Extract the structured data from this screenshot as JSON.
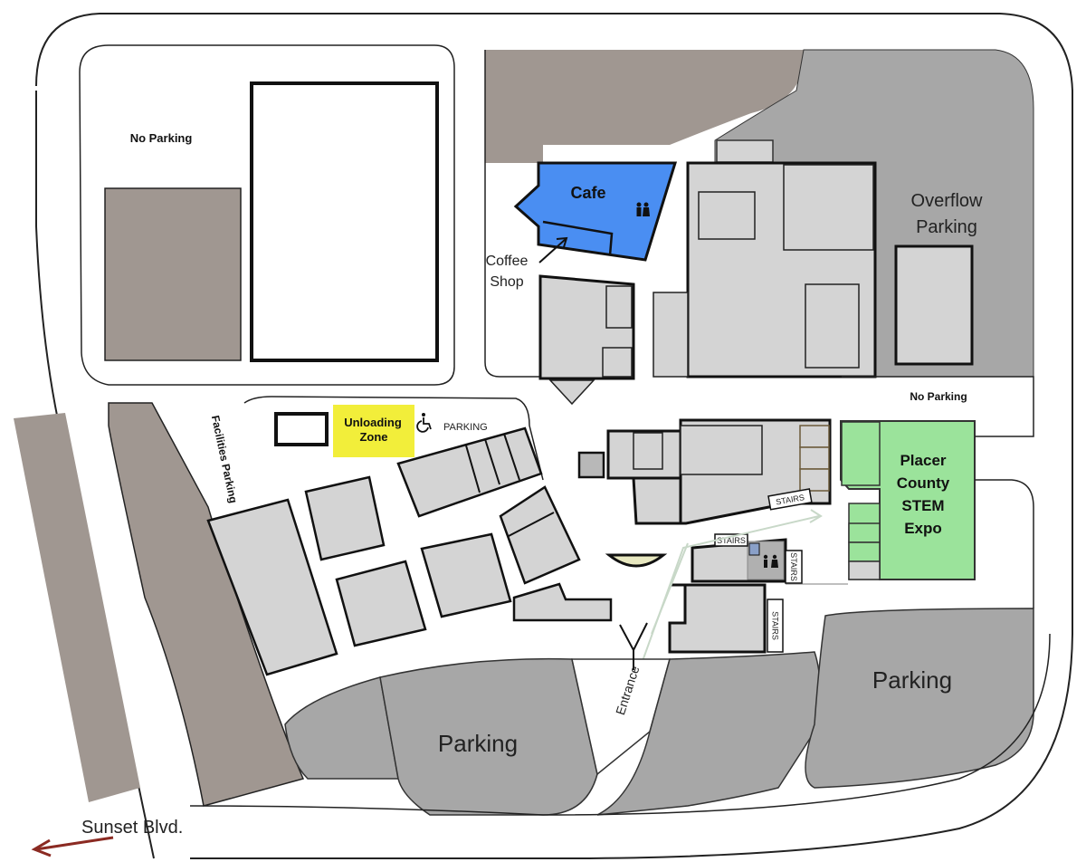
{
  "labels": {
    "no_parking_top": "No Parking",
    "cafe": "Cafe",
    "coffee_shop_line1": "Coffee",
    "coffee_shop_line2": "Shop",
    "overflow_line1": "Overflow",
    "overflow_line2": "Parking",
    "no_parking_right": "No Parking",
    "facilities_parking": "Facilities Parking",
    "unloading_line1": "Unloading",
    "unloading_line2": "Zone",
    "accessible_parking": "PARKING",
    "stem_line1": "Placer",
    "stem_line2": "County",
    "stem_line3": "STEM",
    "stem_line4": "Expo",
    "stairs_1": "STAIRS",
    "stairs_2": "STAIRS",
    "stairs_3": "STAIRS",
    "stairs_4": "STAIRS",
    "entrance": "Entrance",
    "parking_center": "Parking",
    "parking_right": "Parking",
    "sunset_blvd": "Sunset Blvd."
  },
  "colors": {
    "building_gray": "#d4d4d4",
    "parking_gray": "#a7a7a7",
    "brown": "#a09791",
    "cafe_blue": "#4a8ef2",
    "stem_green": "#9be39b",
    "unloading_yellow": "#f2ee3a",
    "arrow_red": "#8b2a22"
  },
  "icons": [
    "restroom-icon",
    "wheelchair-icon",
    "direction-arrow-icon"
  ]
}
